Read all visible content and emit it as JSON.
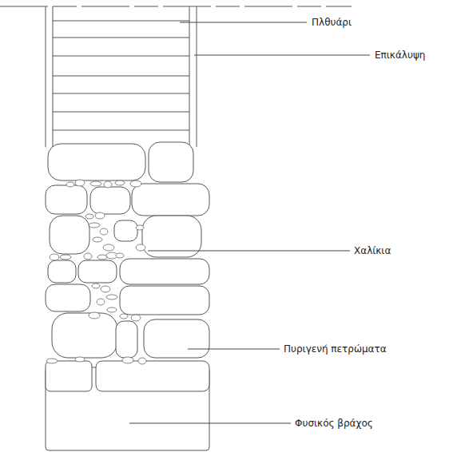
{
  "diagram": {
    "labels": [
      "Πλθυάρι",
      "Επικάλυψη",
      "Χαλίκια",
      "Πυριγενή πετρώματα",
      "Φυσικός βράχος"
    ]
  }
}
